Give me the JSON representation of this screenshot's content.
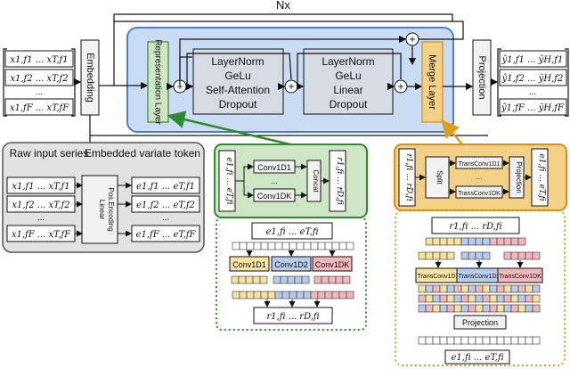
{
  "diagram": {
    "repeat_label": "Nx",
    "inputs": {
      "rows": [
        "x1,f1 ... xT,f1",
        "x1,f2 ... xT,f2",
        "...",
        "x1,fF ... xT,fF"
      ]
    },
    "embedding": {
      "label": "Embedding"
    },
    "representation_layer": {
      "label": "Representation Layer"
    },
    "block1": {
      "lines": [
        "LayerNorm",
        "GeLu",
        "Self-Attention",
        "Dropout"
      ]
    },
    "block2": {
      "lines": [
        "LayerNorm",
        "GeLu",
        "Linear",
        "Dropout"
      ]
    },
    "merge_layer": {
      "label": "Merge Layer"
    },
    "projection": {
      "label": "Projection"
    },
    "outputs": {
      "rows": [
        "ŷ1,f1 ... ŷH,f1",
        "ŷ1,f2 ... ŷH,f2",
        "...",
        "ŷ1,fF ... ŷH,fF"
      ]
    },
    "embed_detail": {
      "raw_input_label": "Raw input series",
      "embedded_label": "Embedded variate token",
      "center_lines": [
        "Linear",
        "Pos.Encoding"
      ],
      "left_rows": [
        "x1,f1 ... xT,f1",
        "x1,f2 ... xT,f2",
        "...",
        "x1,fF ... xT,fF"
      ],
      "right_rows": [
        "e1,f1 ... eT,f1",
        "e1,f2 ... eT,f2",
        "...",
        "e1,fF ... eT,fF"
      ]
    },
    "rep_detail": {
      "input_token": "e1,fi ... eT,fi",
      "convs": [
        "Conv1D1",
        "...",
        "Conv1DK"
      ],
      "concat": "Concat",
      "output_token": "r1,fi ... rD,fi",
      "expanded_top": "e1,fi ... eT,fi",
      "expanded_convs": [
        "Conv1D1",
        "Conv1D2",
        "Conv1DK"
      ],
      "expanded_bottom": "r1,fi ... rD,fi"
    },
    "merge_detail": {
      "input_token": "r1,fi ... rD,fi",
      "split": "Split",
      "trans": [
        "TransConv1D1",
        "...",
        "TransConv1DK"
      ],
      "projection": "Projection",
      "output_token": "e1,fi ... eT,fi",
      "expanded_top": "r1,fi ... rD,fi",
      "expanded_trans": [
        "TransConv1D1",
        "TransConv1D2",
        "TransConv1DK"
      ],
      "expanded_projection": "Projection",
      "expanded_bottom": "e1,fi ... eT,fi"
    },
    "colors": {
      "main_panel": "#c9dcf3",
      "main_border": "#4f7fc0",
      "rep": "#cfe6c6",
      "rep_border": "#3a8a2e",
      "merge": "#f4cf86",
      "merge_border": "#d4901d",
      "grey_panel": "#d9d9d9",
      "yellow_cell": "#f7e3a1",
      "blue_cell": "#b7ccea",
      "pink_cell": "#f2b7bd",
      "green_arrow": "#2e8b2e",
      "orange_arrow": "#e39b1a"
    }
  }
}
